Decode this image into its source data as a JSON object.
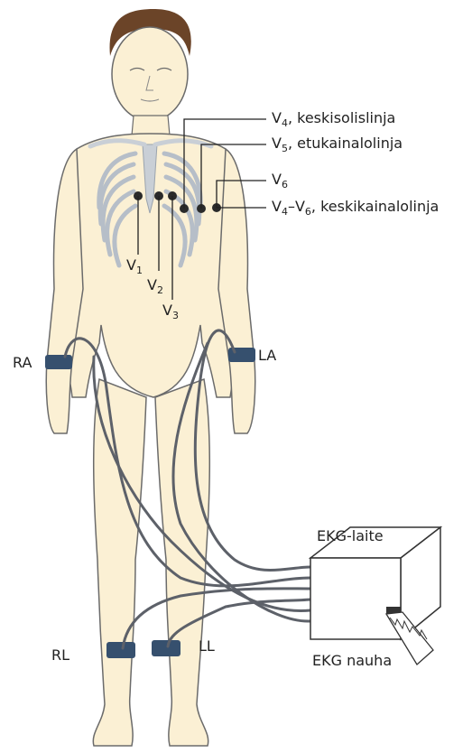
{
  "colors": {
    "skin": "#fbf0d4",
    "outline": "#6b6b6b",
    "rib": "#c9cfd6",
    "cable": "#5d6169",
    "band": "#36506e",
    "hair": "#6b4428",
    "box": "#ffffff"
  },
  "labels": {
    "v4_prefix": "V",
    "v4_sub": "4",
    "v4_text": ", keskisolislinja",
    "v5_prefix": "V",
    "v5_sub": "5",
    "v5_text": ", etukainalolinja",
    "v6_prefix": "V",
    "v6_sub": "6",
    "v46_prefix": "V",
    "v46_sub_a": "4",
    "v46_dash": "–V",
    "v46_sub_b": "6",
    "v46_text": ", keskikainalolinja",
    "v1_prefix": "V",
    "v1_sub": "1",
    "v2_prefix": "V",
    "v2_sub": "2",
    "v3_prefix": "V",
    "v3_sub": "3",
    "ra": "RA",
    "la": "LA",
    "rl": "RL",
    "ll": "LL",
    "device": "EKG-laite",
    "strip": "EKG nauha"
  }
}
